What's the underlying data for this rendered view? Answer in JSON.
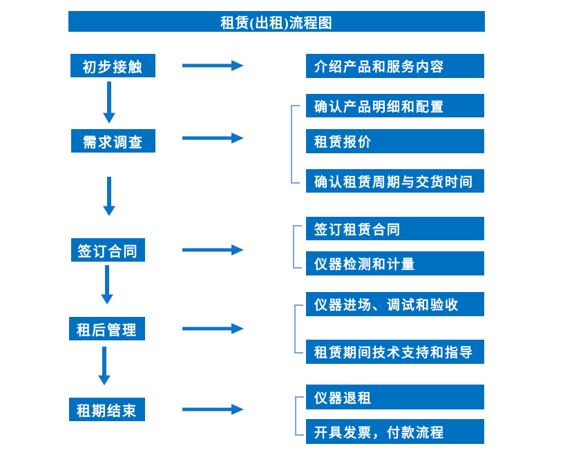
{
  "title": "租赁(出租)流程图",
  "colors": {
    "box_fill": "#0070C0",
    "arrow": "#0C74C9",
    "bracket": "#7AA4D9",
    "text_on_blue": "#FFFFFF",
    "background": "#FFFFFF"
  },
  "flow": [
    {
      "step": "初步接触",
      "outputs": [
        "介绍产品和服务内容"
      ]
    },
    {
      "step": "需求调查",
      "outputs": [
        "确认产品明细和配置",
        "租赁报价",
        "确认租赁周期与交货时间"
      ]
    },
    {
      "step": "签订合同",
      "outputs": [
        "签订租赁合同",
        "仪器检测和计量"
      ]
    },
    {
      "step": "租后管理",
      "outputs": [
        "仪器进场、调试和验收",
        "租赁期间技术支持和指导"
      ]
    },
    {
      "step": "租期结束",
      "outputs": [
        "仪器退租",
        "开具发票，付款流程"
      ]
    }
  ],
  "icons": {
    "arrow_right": "solid right arrow connector",
    "arrow_down": "solid down arrow connector",
    "bracket": "left square bracket grouping lines"
  }
}
